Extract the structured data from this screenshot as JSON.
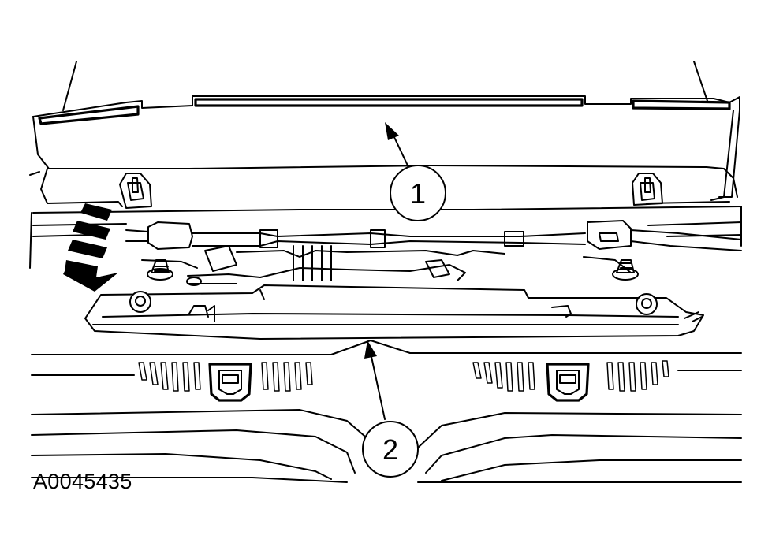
{
  "figure_id": "A0045435",
  "callouts": [
    {
      "number": "1",
      "target": "weatherstrip-seal-strip"
    },
    {
      "number": "2",
      "target": "lower-trim-panel"
    }
  ],
  "colors": {
    "line": "#000000",
    "background": "#ffffff"
  },
  "icons": [
    "removal-direction-arrow-icon"
  ]
}
